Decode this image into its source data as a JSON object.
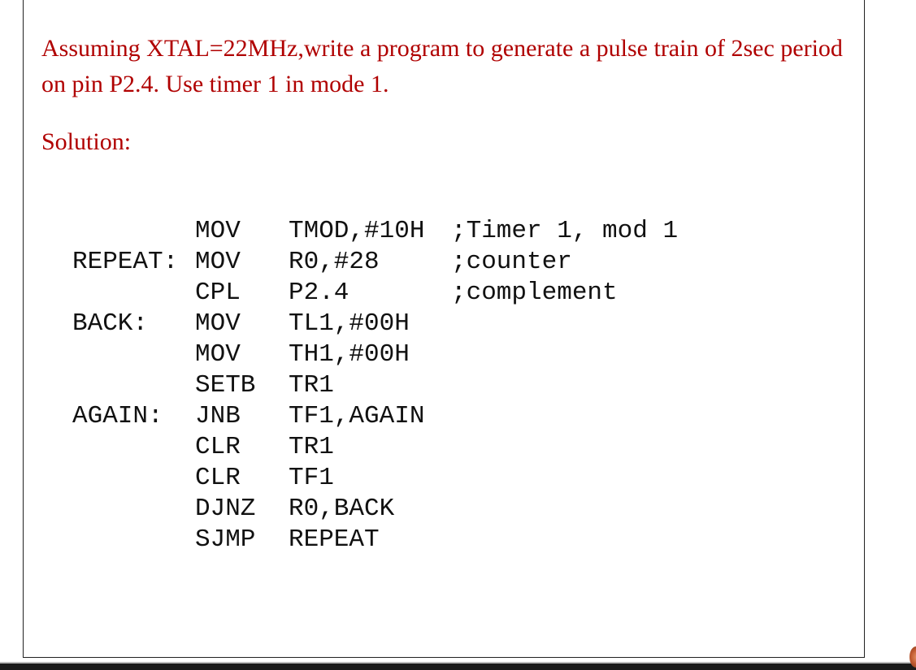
{
  "question": "Assuming XTAL=22MHz,write a program to generate a pulse train of 2sec period on pin P2.4. Use timer 1 in mode 1.",
  "solution_label": "Solution:",
  "code": [
    {
      "label": "",
      "op": "MOV",
      "arg": "TMOD,#10H",
      "comment": ";Timer 1, mod 1"
    },
    {
      "label": "REPEAT:",
      "op": "MOV",
      "arg": "R0,#28",
      "comment": ";counter"
    },
    {
      "label": "",
      "op": "CPL",
      "arg": "P2.4",
      "comment": ";complement"
    },
    {
      "label": "BACK:",
      "op": "MOV",
      "arg": "TL1,#00H",
      "comment": ""
    },
    {
      "label": "",
      "op": "MOV",
      "arg": "TH1,#00H",
      "comment": ""
    },
    {
      "label": "",
      "op": "SETB",
      "arg": "TR1",
      "comment": ""
    },
    {
      "label": "AGAIN:",
      "op": "JNB",
      "arg": "TF1,AGAIN",
      "comment": ""
    },
    {
      "label": "",
      "op": "CLR",
      "arg": "TR1",
      "comment": ""
    },
    {
      "label": "",
      "op": "CLR",
      "arg": "TF1",
      "comment": ""
    },
    {
      "label": "",
      "op": "DJNZ",
      "arg": "R0,BACK",
      "comment": ""
    },
    {
      "label": "",
      "op": "SJMP",
      "arg": "REPEAT",
      "comment": ""
    }
  ]
}
